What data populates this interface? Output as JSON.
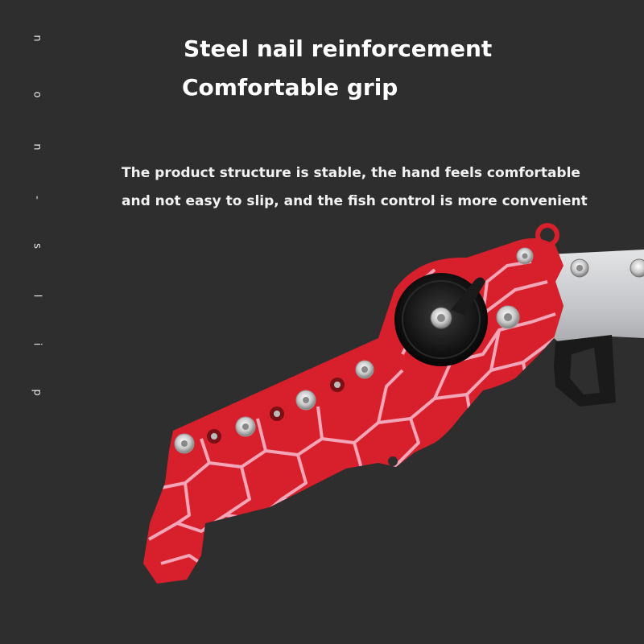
{
  "headline": {
    "line1": "Steel nail reinforcement",
    "line2": "Comfortable grip"
  },
  "description": {
    "line1": "The product structure is stable, the hand feels comfortable",
    "line2": "and not easy to slip, and the fish control is more convenient"
  },
  "side_text": [
    "n",
    "o",
    "n",
    "-",
    "s",
    "l",
    "i",
    "p"
  ],
  "colors": {
    "background": "#2e2e2f",
    "handle_red": "#d8202c",
    "crackle_pink": "#f4a6b9",
    "steel": "#c9cbcd"
  }
}
